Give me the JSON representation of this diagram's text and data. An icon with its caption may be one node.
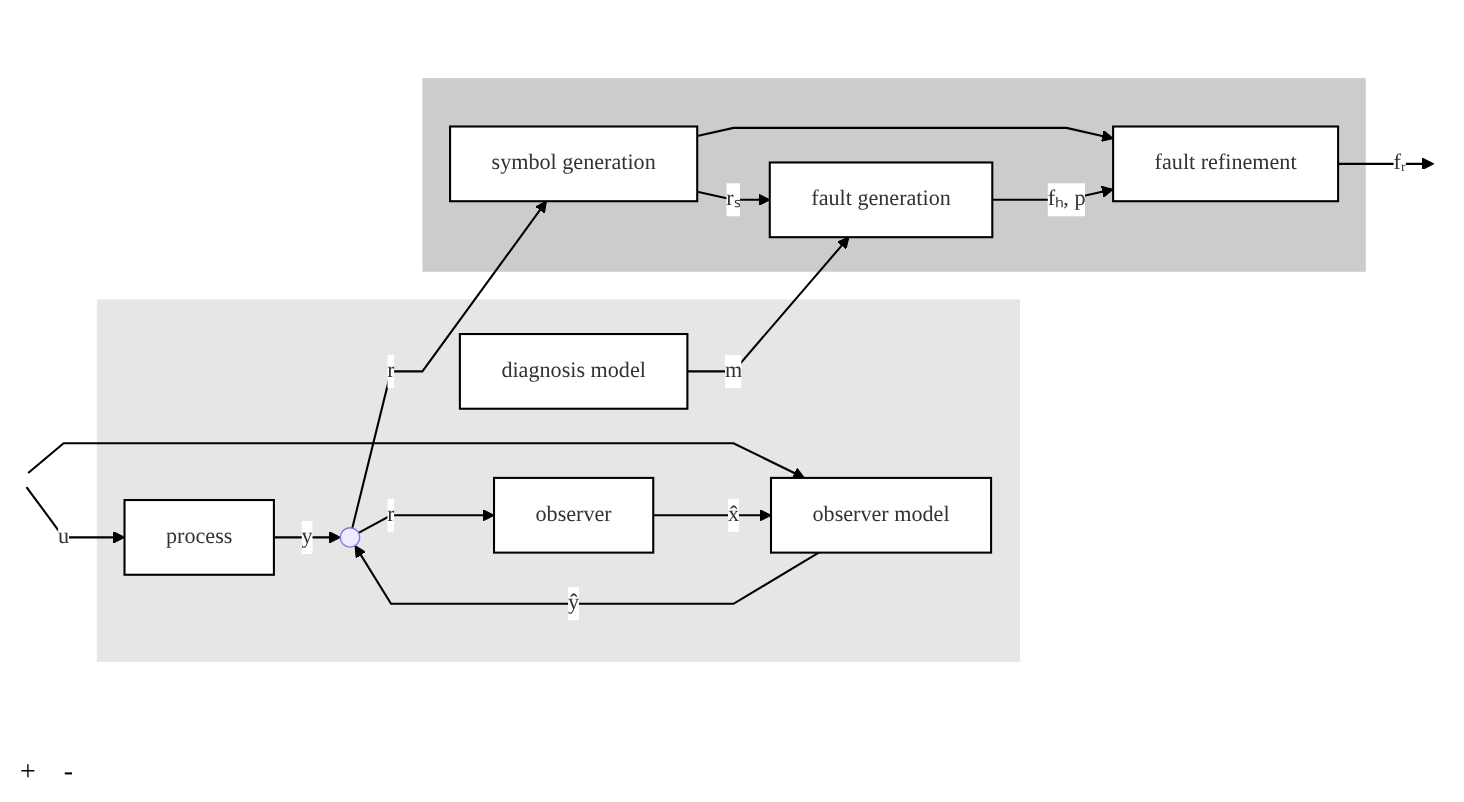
{
  "diagram": {
    "nodes": [
      {
        "text": [],
        "shape": "box"
      },
      {
        "text": [],
        "shape": "box"
      },
      {
        "text": [
          "process"
        ],
        "in": 0
      },
      {
        "text": [
          "observer"
        ],
        "in": 0
      },
      {
        "text": [
          "observer model"
        ],
        "in": 0
      },
      {
        "text": [
          "diagnosis model"
        ],
        "in": 0
      },
      {
        "text": [],
        "shape": "circle",
        "in": 0
      },
      {
        "text": [
          "symbol generation"
        ],
        "in": 1
      },
      {
        "text": [
          "fault generation"
        ],
        "in": 1
      },
      {
        "text": [
          "fault refinement"
        ],
        "in": 1
      }
    ],
    "edges": [
      {
        "from": null,
        "to": 2,
        "arrow": "to",
        "label": "u"
      },
      {
        "from": null,
        "to": 4,
        "arrow": "to"
      },
      {
        "from": 2,
        "to": 6,
        "arrow": "to",
        "label": "y"
      },
      {
        "from": 6,
        "to": 3,
        "arrow": "to",
        "label": "r"
      },
      {
        "from": 6,
        "to": 7,
        "arrow": "to",
        "label": "r"
      },
      {
        "from": 3,
        "to": 4,
        "arrow": "to",
        "label": "x̂"
      },
      {
        "from": 4,
        "to": 6,
        "arrow": "to",
        "label": "ŷ"
      },
      {
        "from": 7,
        "to": 8,
        "arrow": "to",
        "label": "rₛ"
      },
      {
        "from": 7,
        "to": 9,
        "arrow": "to"
      },
      {
        "from": 5,
        "to": 8,
        "arrow": "to",
        "label": "m"
      },
      {
        "from": 8,
        "to": 9,
        "arrow": "to",
        "label": "fₕ, p"
      },
      {
        "from": 9,
        "to": null,
        "arrow": "to",
        "label": "fᵣ"
      }
    ],
    "labels": [
      "+",
      "-"
    ]
  }
}
